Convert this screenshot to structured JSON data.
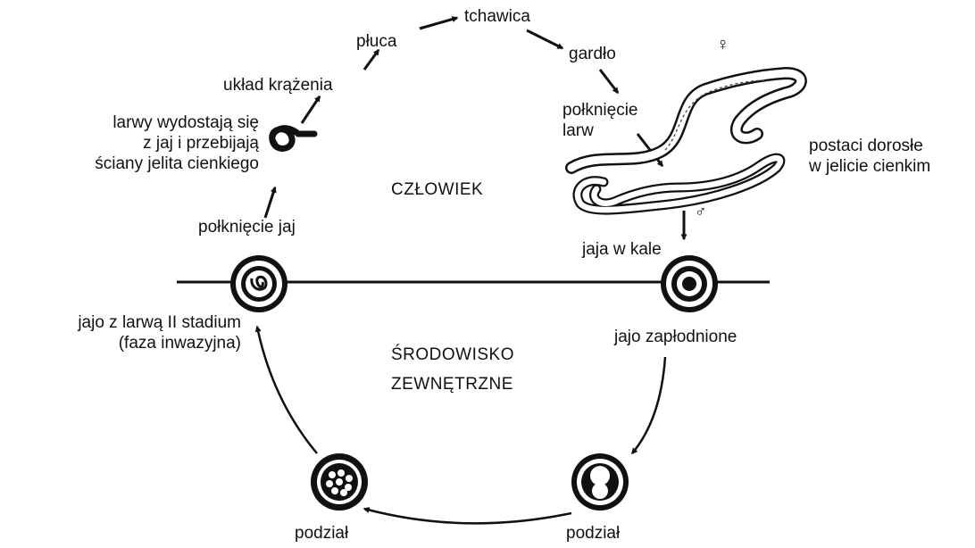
{
  "cycle_labels": {
    "pluca": "płuca",
    "tchawica": "tchawica",
    "gardlo": "gardło",
    "polkniecie_larw_1": "połknięcie",
    "polkniecie_larw_2": "larw",
    "uklad_krazenia": "układ krążenia",
    "larwy_1": "larwy wydostają się",
    "larwy_2": "z jaj i przebijają",
    "larwy_3": "ściany jelita cienkiego",
    "polkniecie_jaj": "połknięcie jaj",
    "postaci_1": "postaci dorosłe",
    "postaci_2": "w jelicie cienkim",
    "jaja_w_kale": "jaja w kale",
    "jajo_zaplodnione": "jajo zapłodnione",
    "jajo_larwa_1": "jajo z larwą II stadium",
    "jajo_larwa_2": "(faza inwazyjna)",
    "podzial_left": "podział",
    "podzial_right": "podział"
  },
  "zones": {
    "czlowiek": "CZŁOWIEK",
    "srodowisko_1": "ŚRODOWISKO",
    "srodowisko_2": "ZEWNĘTRZNE"
  },
  "symbols": {
    "female": "♀",
    "male": "♂"
  }
}
